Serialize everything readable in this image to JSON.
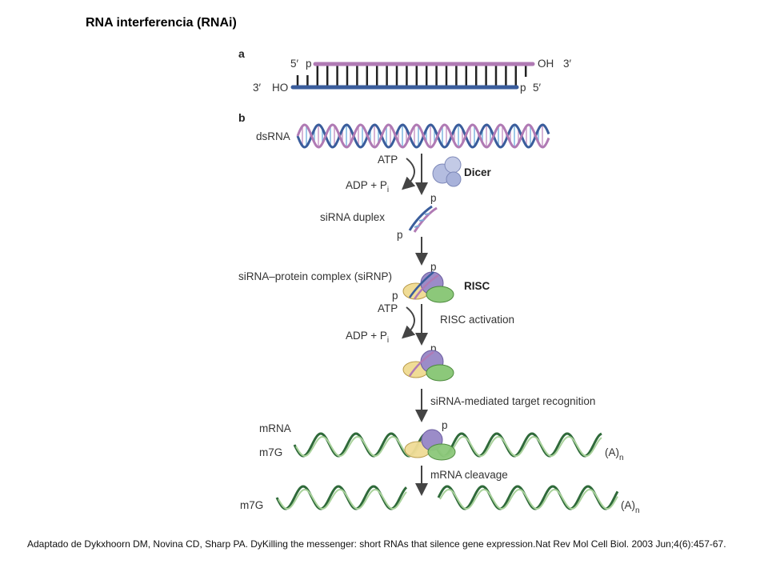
{
  "title": "RNA interferencia (RNAi)",
  "caption": "Adaptado de Dykxhoorn DM, Novina CD, Sharp PA. DyKilling the messenger: short RNAs that silence gene expression.Nat Rev Mol Cell Biol. 2003 Jun;4(6):457-67.",
  "panel_a": {
    "letter": "a",
    "top_five": "5′",
    "top_p": "p",
    "top_oh": "OH",
    "top_three": "3′",
    "bottom_three": "3′",
    "bottom_ho": "HO",
    "bottom_p": "p",
    "bottom_five": "5′"
  },
  "panel_b": {
    "letter": "b",
    "dsrna": "dsRNA",
    "atp_1": "ATP",
    "adp_1": "ADP + P",
    "adp_1_sub": "i",
    "dicer": "Dicer",
    "p_1": "p",
    "sirna_duplex": "siRNA duplex",
    "p_2": "p",
    "p_3": "p",
    "sirnp": "siRNA–protein complex (siRNP)",
    "risc": "RISC",
    "p_4": "p",
    "atp_2": "ATP",
    "risc_activation": "RISC activation",
    "adp_2": "ADP + P",
    "adp_2_sub": "i",
    "p_5": "p",
    "target_recognition": "siRNA-mediated target recognition",
    "p_6": "p",
    "mrna": "mRNA",
    "m7g_1": "m7G",
    "polya_1": "(A)",
    "polya_1_sub": "n",
    "mrna_cleavage": "mRNA cleavage",
    "m7g_2": "m7G",
    "polya_2": "(A)",
    "polya_2_sub": "n"
  },
  "colors": {
    "sense_strand": "#b07ab4",
    "antisense_strand": "#3a5d9c",
    "mrna_strand": "#2f6a3a",
    "dicer": "#b4bde0",
    "risc_purple": "#9b8cc8",
    "risc_green": "#8cc87a",
    "risc_yellow": "#f0dc96",
    "arrow": "#444444"
  }
}
